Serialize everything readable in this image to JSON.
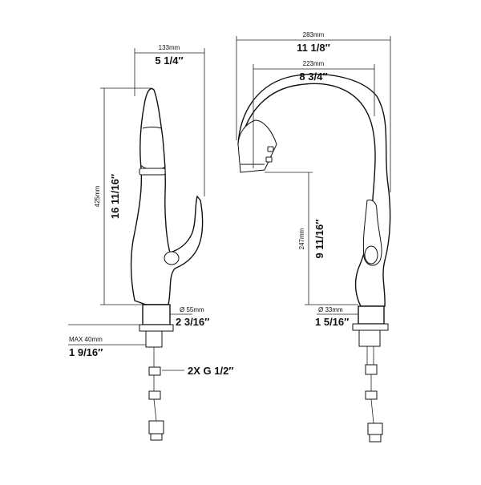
{
  "left_view": {
    "width_mm": "133mm",
    "width_in": "5 1/4″",
    "height_mm": "425mm",
    "height_in": "16 11/16″",
    "base_mm": "Ø 55mm",
    "base_in": "2 3/16″",
    "max_mm": "MAX 40mm",
    "max_in": "1 9/16″",
    "connector": "2X G 1/2″"
  },
  "right_view": {
    "width_mm": "283mm",
    "width_in": "11 1/8″",
    "reach_mm": "223mm",
    "reach_in": "8 3/4″",
    "height_mm": "247mm",
    "height_in": "9 11/16″",
    "base_mm": "Ø 33mm",
    "base_in": "1 5/16″"
  }
}
